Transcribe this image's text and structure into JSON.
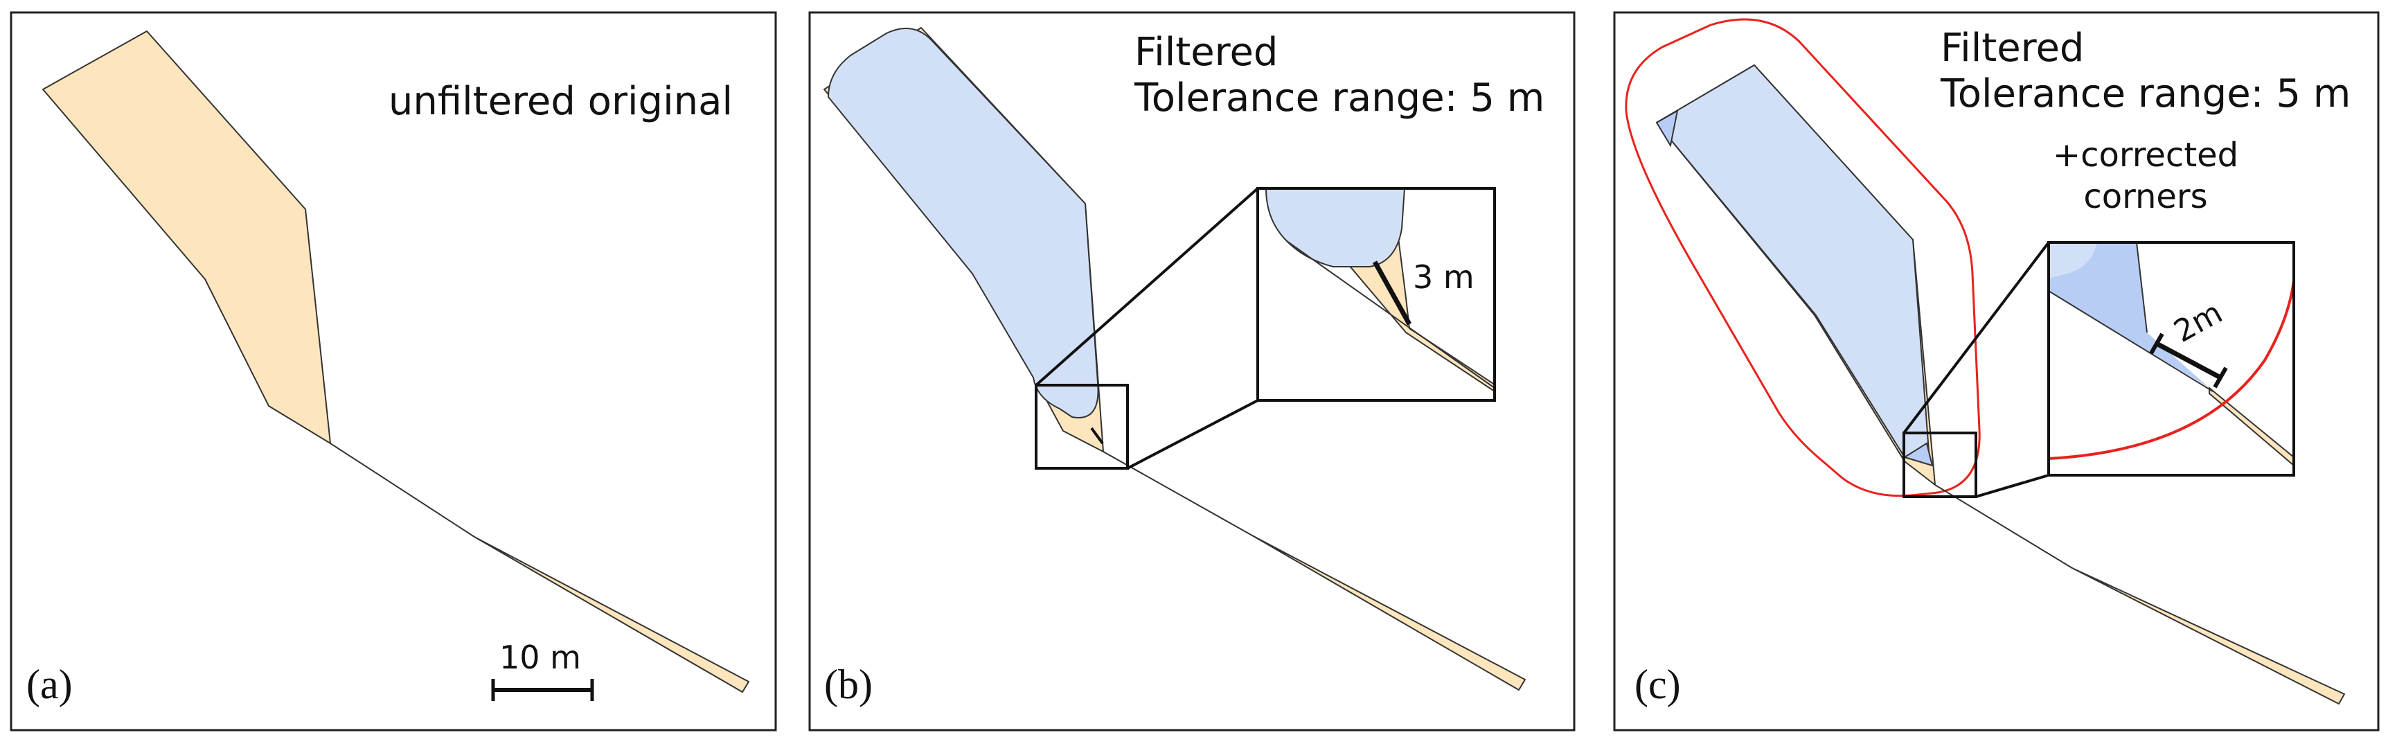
{
  "colors": {
    "original_fill": "#fde5bd",
    "filtered_fill": "#d2e0f7",
    "filtered_corner_fill": "#b8cdf6",
    "tolerance_outline": "#e8221d",
    "frame": "#222222",
    "line": "#111111"
  },
  "panel_a": {
    "letter": "(a)",
    "title": "unfiltered original",
    "scalebar_label": "10 m"
  },
  "panel_b": {
    "letter": "(b)",
    "title_line1": "Filtered",
    "title_line2": "Tolerance range: 5 m",
    "inset_label": "3 m"
  },
  "panel_c": {
    "letter": "(c)",
    "title_line1": "Filtered",
    "title_line2": "Tolerance range: 5 m",
    "note_line1": "+corrected",
    "note_line2": "corners",
    "inset_label": "2m"
  }
}
